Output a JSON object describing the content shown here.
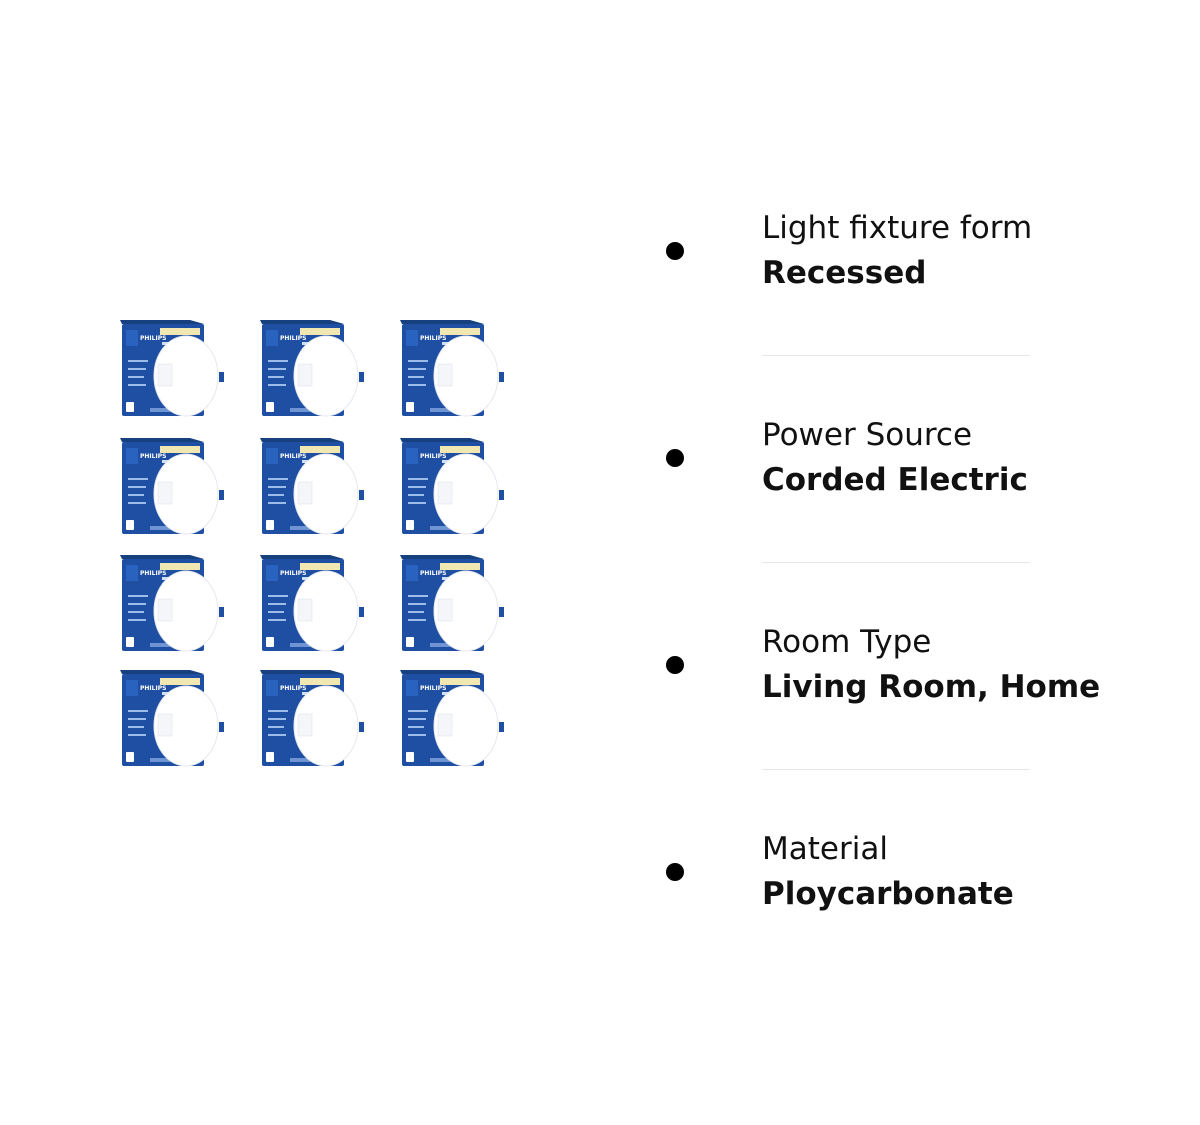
{
  "product_image": {
    "brand_text": "PHILIPS",
    "box_color": "#1f4fa3",
    "panel_color": "#ffffff"
  },
  "specs": [
    {
      "label": "Light fixture form",
      "value": "Recessed"
    },
    {
      "label": "Power Source",
      "value": "Corded Electric"
    },
    {
      "label": "Room Type",
      "value": "Living Room, Home"
    },
    {
      "label": "Material",
      "value": "Ploycarbonate"
    }
  ]
}
